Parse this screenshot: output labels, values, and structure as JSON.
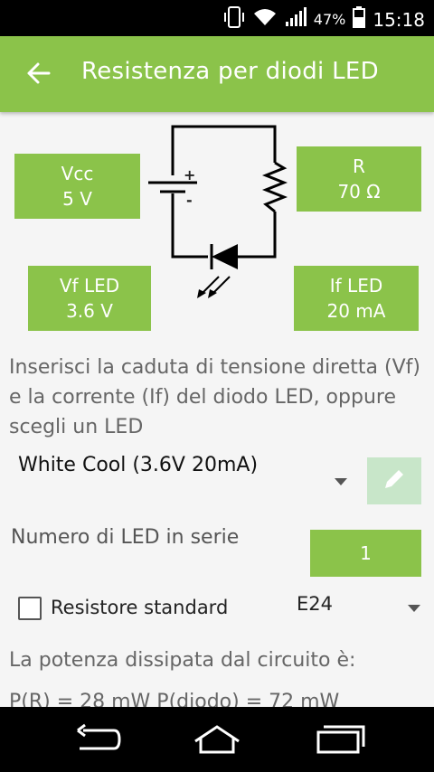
{
  "status_bar": {
    "battery_percent": "47%",
    "time": "15:18",
    "icons": [
      "phone-vibrate-icon",
      "wifi-icon",
      "signal-icon",
      "battery-icon"
    ]
  },
  "app_bar": {
    "title": "Resistenza per diodi LED",
    "back_icon": "arrow-back-icon"
  },
  "circuit": {
    "vcc": {
      "label": "Vcc",
      "value": "5 V"
    },
    "r": {
      "label": "R",
      "value": "70 Ω"
    },
    "vf": {
      "label": "Vf LED",
      "value": "3.6 V"
    },
    "if": {
      "label": "If LED",
      "value": "20 mA"
    },
    "battery_plus": "+",
    "battery_minus": "-"
  },
  "instructions": "Inserisci la caduta di tensione diretta (Vf) e la corrente (If) del diodo LED, oppure scegli un LED",
  "led_select": {
    "selected": "White Cool (3.6V 20mA)",
    "edit_icon": "pencil-icon"
  },
  "series": {
    "label": "Numero di LED in serie",
    "value": "1"
  },
  "standard_resistor": {
    "label": "Resistore standard",
    "checked": false,
    "series_value": "E24"
  },
  "power": {
    "text": "La potenza dissipata dal circuito è:",
    "values": "P(R) = 28 mW     P(diodo) = 72 mW"
  },
  "colors": {
    "accent": "#8bc34a",
    "edit_disabled": "#c8e6c9"
  }
}
